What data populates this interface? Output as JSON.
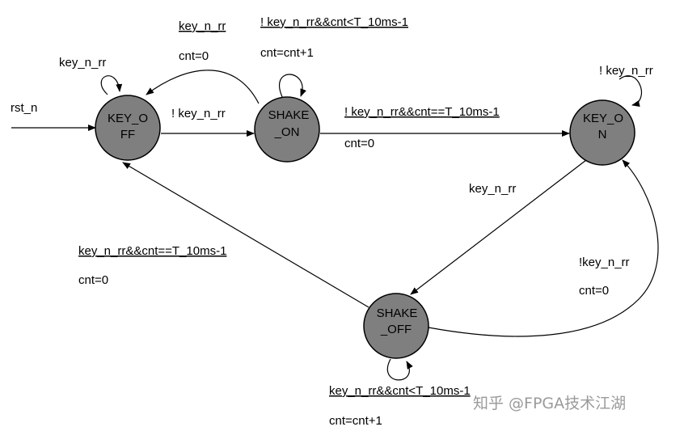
{
  "states": {
    "key_off": {
      "line1": "KEY_O",
      "line2": "FF"
    },
    "shake_on": {
      "line1": "SHAKE",
      "line2": "_ON"
    },
    "key_on": {
      "line1": "KEY_O",
      "line2": "N"
    },
    "shake_off": {
      "line1": "SHAKE",
      "line2": "_OFF"
    }
  },
  "labels": {
    "rst": "rst_n",
    "keyoff_self": "key_n_rr",
    "keyoff_to_shakeon": "! key_n_rr",
    "shakeon_to_keyoff_cond": "key_n_rr",
    "shakeon_to_keyoff_action": "cnt=0",
    "shakeon_self_cond": "! key_n_rr&&cnt<T_10ms-1",
    "shakeon_self_action": "cnt=cnt+1",
    "shakeon_to_keyon_cond": "! key_n_rr&&cnt==T_10ms-1",
    "shakeon_to_keyon_action": "cnt=0",
    "keyon_self": "! key_n_rr",
    "keyon_to_shakeoff": "key_n_rr",
    "shakeoff_to_keyoff_cond": "key_n_rr&&cnt==T_10ms-1",
    "shakeoff_to_keyoff_action": "cnt=0",
    "shakeoff_to_keyon_cond": "!key_n_rr",
    "shakeoff_to_keyon_action": "cnt=0",
    "shakeoff_self_cond": "key_n_rr&&cnt<T_10ms-1",
    "shakeoff_self_action": "cnt=cnt+1"
  },
  "watermark": "知乎 @FPGA技术江湖",
  "colors": {
    "state_fill": "#7f7f7f",
    "line": "#000000",
    "watermark": "#9a9a9a"
  }
}
